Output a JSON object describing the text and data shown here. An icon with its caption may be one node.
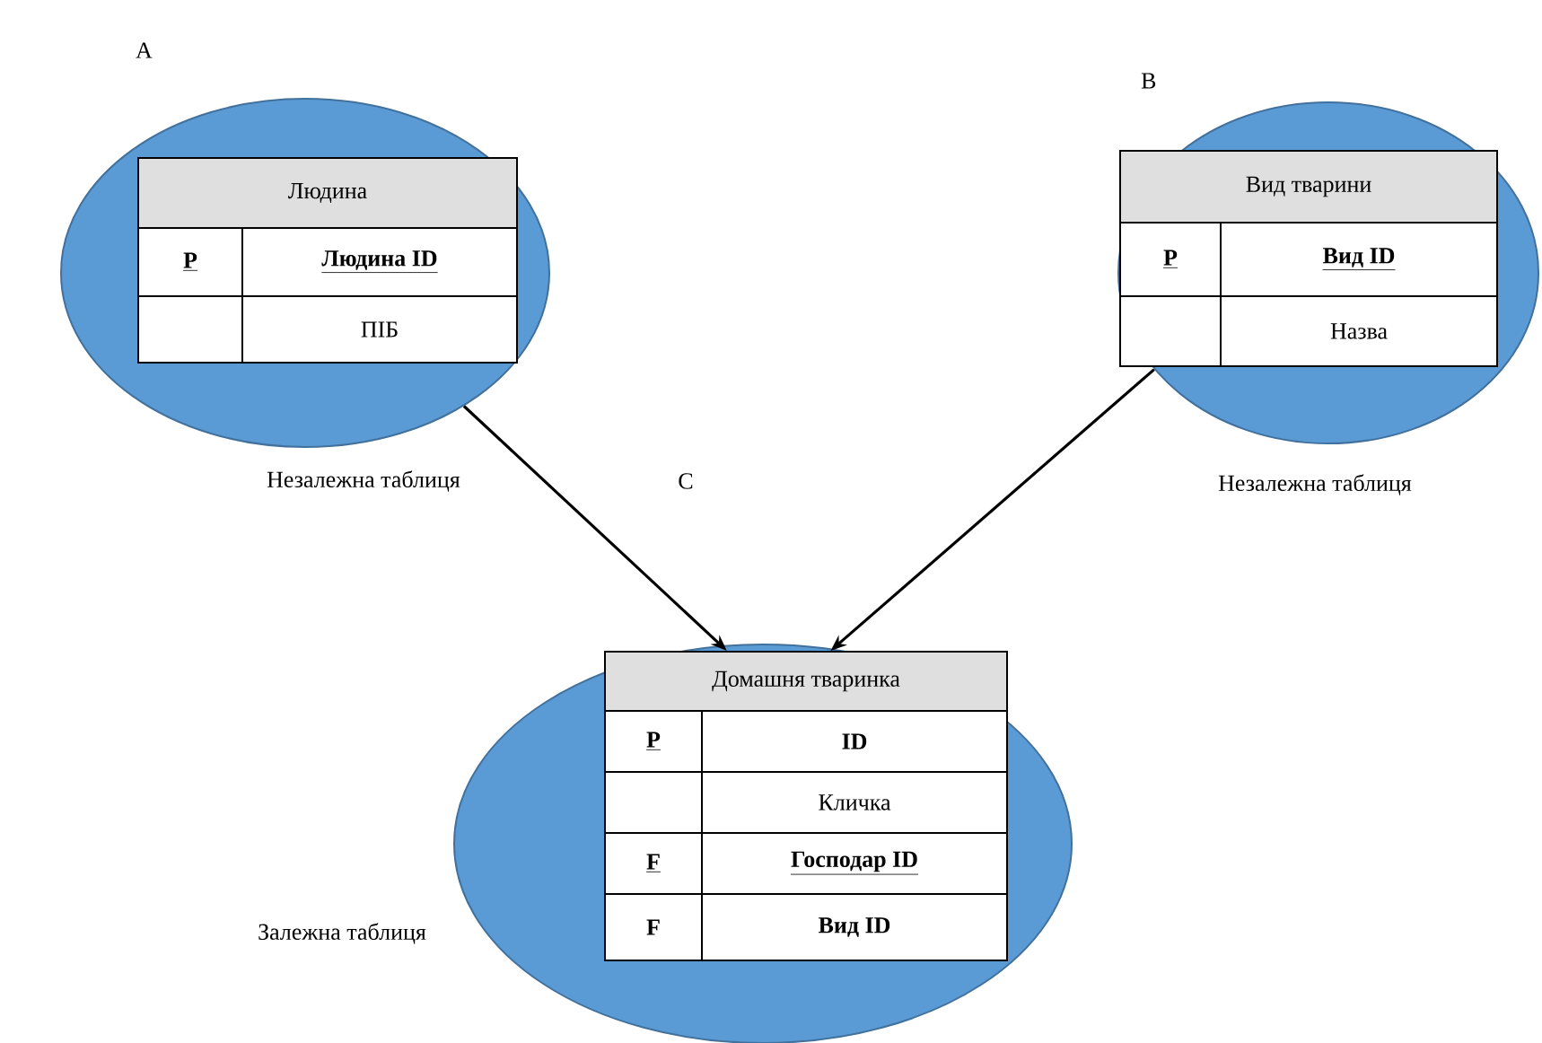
{
  "diagram": {
    "nodes": [
      {
        "text": [],
        "shape": "ellipse",
        "beside": [
          "A",
          "Незалежна таблиця"
        ]
      },
      {
        "text": [
          "Людина",
          "P",
          "Людина ID",
          "ПІБ"
        ],
        "in": 0
      },
      {
        "text": [],
        "shape": "ellipse",
        "beside": [
          "B",
          "Незалежна таблиця"
        ]
      },
      {
        "text": [
          "Вид тварини",
          "P",
          "Вид ID",
          "Назва"
        ],
        "in": 2
      },
      {
        "text": [],
        "shape": "ellipse",
        "beside": [
          "Залежна таблиця"
        ]
      },
      {
        "text": [
          "Домашня тваринка",
          "P",
          "ID",
          "Кличка",
          "F",
          "Господар ID",
          "F",
          "Вид ID"
        ],
        "in": 4
      }
    ],
    "edges": [
      {
        "from": 0,
        "to": 5,
        "arrow": "to"
      },
      {
        "from": 2,
        "to": 5,
        "arrow": "to"
      }
    ],
    "labels": [
      "C"
    ]
  }
}
